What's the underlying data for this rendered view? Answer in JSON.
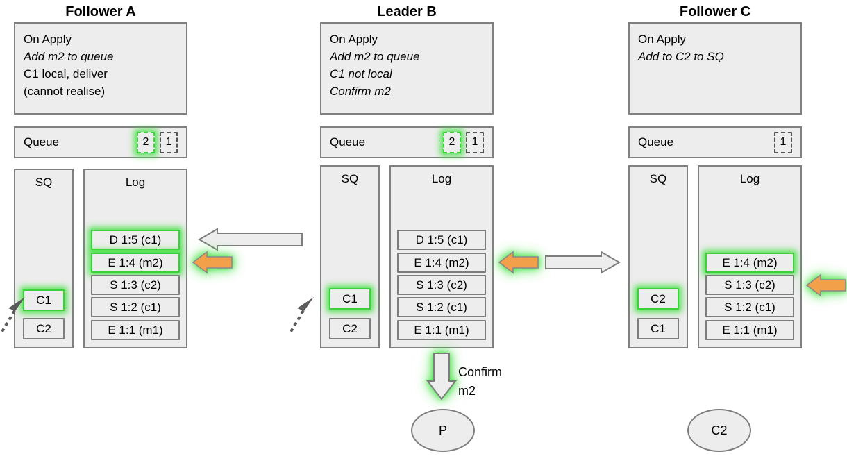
{
  "diagram": {
    "title_follower_a": "Follower A",
    "title_leader_b": "Leader B",
    "title_follower_c": "Follower C",
    "queue_label": "Queue",
    "sq_label": "SQ",
    "log_label": "Log",
    "confirm_label": "Confirm\nm2"
  },
  "follower_a": {
    "title": "Follower A",
    "apply": [
      {
        "text": "On Apply",
        "italic": false
      },
      {
        "text": "Add m2 to queue",
        "italic": true
      },
      {
        "text": "C1 local, deliver",
        "italic": false
      },
      {
        "text": "(cannot realise)",
        "italic": false
      }
    ],
    "queue_label": "Queue",
    "queue": [
      {
        "value": "2",
        "highlight": true
      },
      {
        "value": "1",
        "highlight": false
      }
    ],
    "sq_label": "SQ",
    "sq": [
      {
        "value": "C1",
        "highlight": true
      },
      {
        "value": "C2",
        "highlight": false
      }
    ],
    "log_label": "Log",
    "log": [
      {
        "value": "D 1:5 (c1)",
        "highlight": true
      },
      {
        "value": "E 1:4 (m2)",
        "highlight": true
      },
      {
        "value": "S 1:3 (c2)",
        "highlight": false
      },
      {
        "value": "S 1:2 (c1)",
        "highlight": false
      },
      {
        "value": "E 1:1 (m1)",
        "highlight": false
      }
    ]
  },
  "leader_b": {
    "title": "Leader B",
    "apply": [
      {
        "text": "On Apply",
        "italic": false
      },
      {
        "text": "Add m2 to queue",
        "italic": true
      },
      {
        "text": "C1 not local",
        "italic": true
      },
      {
        "text": "Confirm m2",
        "italic": true
      }
    ],
    "queue_label": "Queue",
    "queue": [
      {
        "value": "2",
        "highlight": true
      },
      {
        "value": "1",
        "highlight": false
      }
    ],
    "sq_label": "SQ",
    "sq": [
      {
        "value": "C1",
        "highlight": true
      },
      {
        "value": "C2",
        "highlight": false
      }
    ],
    "log_label": "Log",
    "log": [
      {
        "value": "D 1:5 (c1)",
        "highlight": false
      },
      {
        "value": "E 1:4 (m2)",
        "highlight": false
      },
      {
        "value": "S 1:3 (c2)",
        "highlight": false
      },
      {
        "value": "S 1:2 (c1)",
        "highlight": false
      },
      {
        "value": "E 1:1 (m1)",
        "highlight": false
      }
    ],
    "confirm_text": "Confirm\nm2",
    "client_node": "P"
  },
  "follower_c": {
    "title": "Follower C",
    "apply": [
      {
        "text": "On Apply",
        "italic": false
      },
      {
        "text": "Add to C2 to SQ",
        "italic": true
      }
    ],
    "queue_label": "Queue",
    "queue": [
      {
        "value": "1",
        "highlight": false
      }
    ],
    "sq_label": "SQ",
    "sq": [
      {
        "value": "C2",
        "highlight": true
      },
      {
        "value": "C1",
        "highlight": false
      }
    ],
    "log_label": "Log",
    "log": [
      {
        "value": "E 1:4 (m2)",
        "highlight": true
      },
      {
        "value": "S 1:3 (c2)",
        "highlight": false
      },
      {
        "value": "S 1:2 (c1)",
        "highlight": false
      },
      {
        "value": "E 1:1 (m1)",
        "highlight": false
      }
    ],
    "client_node": "C2"
  },
  "colors": {
    "panel_fill": "#ededed",
    "panel_border": "#808080",
    "cell_border": "#7d7d7d",
    "highlight_green": "#3ad13a",
    "arrow_orange": "#f2a04a",
    "arrow_grey_fill": "#ededed",
    "arrow_grey_border": "#7d7d7d"
  }
}
